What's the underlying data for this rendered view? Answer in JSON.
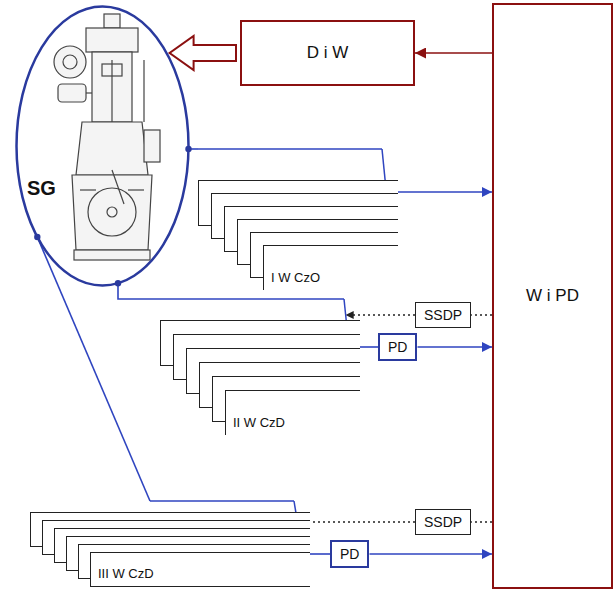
{
  "diagram": {
    "nodes": [
      {
        "text": [
          "SG"
        ]
      },
      {
        "text": [
          "D i W"
        ]
      },
      {
        "text": [
          "W i PD"
        ]
      },
      {
        "text": [
          "I W CzO"
        ]
      },
      {
        "text": [
          "II W CzD"
        ]
      },
      {
        "text": [
          "III W CzD"
        ]
      },
      {
        "text": [
          "SSDP"
        ]
      },
      {
        "text": [
          "PD"
        ]
      },
      {
        "text": [
          "SSDP"
        ]
      },
      {
        "text": [
          "PD"
        ]
      }
    ],
    "edges": [
      {
        "from": 2,
        "to": 1,
        "arrow": "to"
      },
      {
        "from": 1,
        "to": 0,
        "arrow": "to"
      },
      {
        "from": 0,
        "to": 3,
        "arrow": "none"
      },
      {
        "from": 3,
        "to": 2,
        "arrow": "to"
      },
      {
        "from": 0,
        "to": 4,
        "arrow": "none"
      },
      {
        "from": 4,
        "to": 7,
        "arrow": "none"
      },
      {
        "from": 7,
        "to": 2,
        "arrow": "to"
      },
      {
        "from": 2,
        "to": 6,
        "arrow": "none"
      },
      {
        "from": 6,
        "to": 4,
        "arrow": "to"
      },
      {
        "from": 0,
        "to": 5,
        "arrow": "none"
      },
      {
        "from": 5,
        "to": 9,
        "arrow": "none"
      },
      {
        "from": 9,
        "to": 2,
        "arrow": "to"
      },
      {
        "from": 2,
        "to": 8,
        "arrow": "none"
      },
      {
        "from": 8,
        "to": 5,
        "arrow": "to"
      }
    ]
  }
}
